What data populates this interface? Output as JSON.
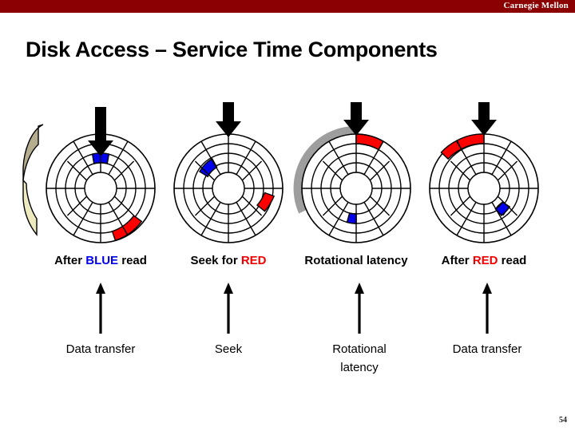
{
  "header": {
    "brand": "Carnegie Mellon",
    "band_color": "#8b0000"
  },
  "title": "Disk Access – Service Time Components",
  "page_number": "54",
  "colors": {
    "blue_sector": "#0000ee",
    "red_sector": "#ff0000",
    "gray_arc": "#9e9e9e",
    "arm_top": "#b5ae8e",
    "arm_bottom": "#eeeac0",
    "outline": "#000000"
  },
  "figures": [
    {
      "name": "disk-after-blue-read",
      "head_arrow": true,
      "gray_arc": false,
      "blue_sector": {
        "ring": 3,
        "angle_deg": 345
      },
      "red_sector": {
        "ring": 5,
        "angle_deg": 105
      },
      "has_actuator_arm": true
    },
    {
      "name": "disk-seek-for-red",
      "head_arrow": true,
      "gray_arc": false,
      "blue_sector": {
        "ring": 3,
        "angle_deg": 315
      },
      "red_sector": {
        "ring": 5,
        "angle_deg": 45
      },
      "has_actuator_arm": false
    },
    {
      "name": "disk-rotational-latency",
      "head_arrow": true,
      "gray_arc": true,
      "gray_arc_span_deg": 195,
      "blue_sector": {
        "ring": 3,
        "angle_deg": 105
      },
      "red_sector": {
        "ring": 5,
        "angle_deg": 345
      },
      "has_actuator_arm": false
    },
    {
      "name": "disk-after-red-read",
      "head_arrow": true,
      "gray_arc": false,
      "blue_sector": {
        "ring": 3,
        "angle_deg": 45
      },
      "red_sector": {
        "ring": 5,
        "angle_deg": 285
      },
      "has_actuator_arm": false
    }
  ],
  "phase_labels": [
    {
      "pre": "After ",
      "keyword": "BLUE",
      "keyword_color": "blue",
      "post": " read"
    },
    {
      "pre": "Seek for ",
      "keyword": "RED",
      "keyword_color": "red",
      "post": ""
    },
    {
      "pre": "Rotational latency",
      "keyword": "",
      "keyword_color": "none",
      "post": ""
    },
    {
      "pre": "After ",
      "keyword": "RED",
      "keyword_color": "red",
      "post": " read"
    }
  ],
  "component_labels": [
    {
      "line1": "Data transfer",
      "line2": ""
    },
    {
      "line1": "Seek",
      "line2": ""
    },
    {
      "line1": "Rotational",
      "line2": "latency"
    },
    {
      "line1": "Data transfer",
      "line2": ""
    }
  ]
}
